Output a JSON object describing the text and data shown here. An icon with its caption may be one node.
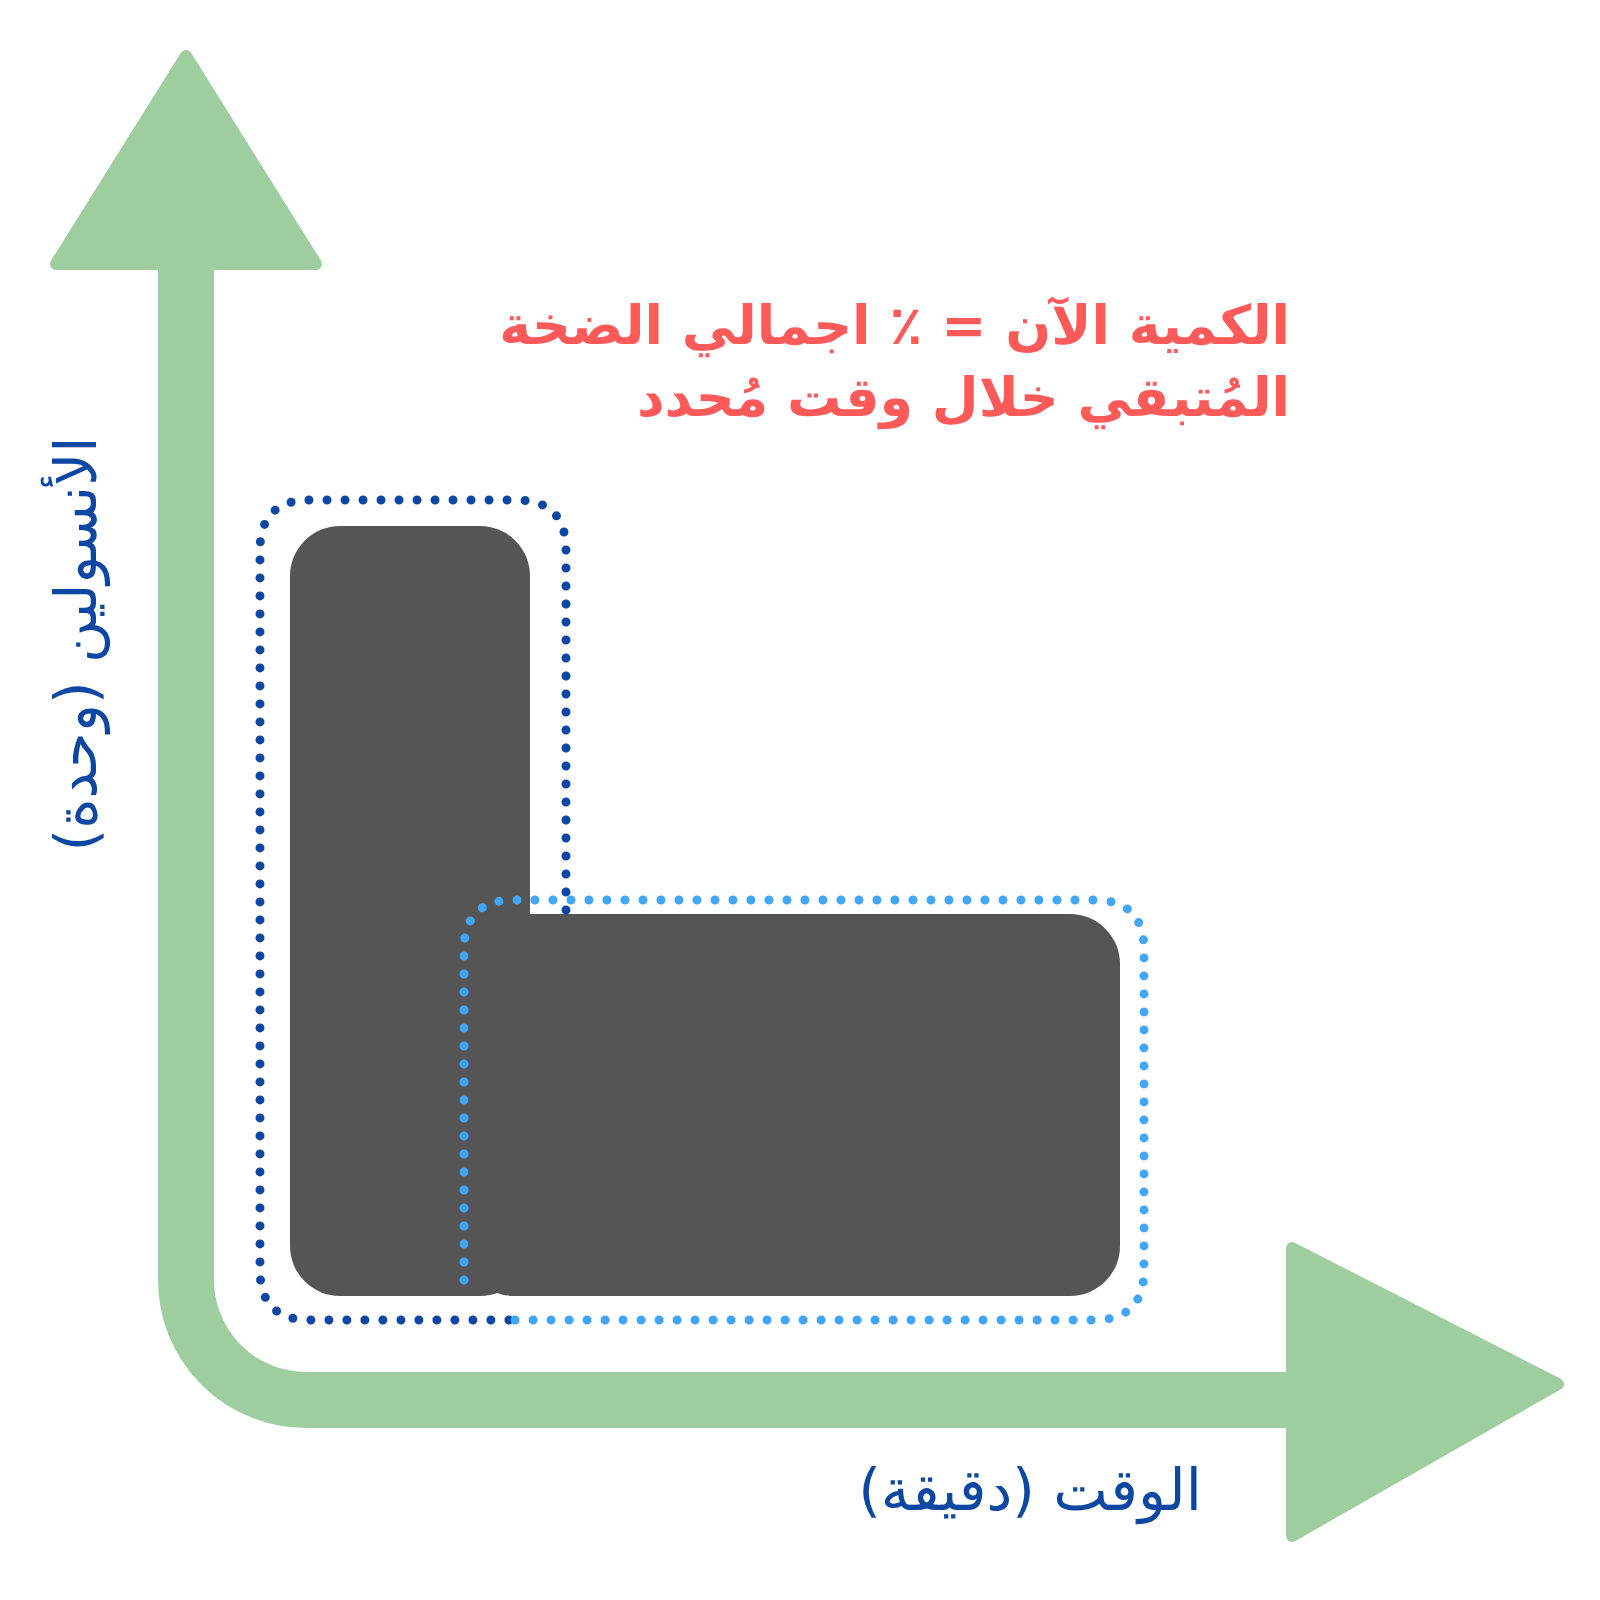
{
  "diagram": {
    "labels": [
      "الكمية الآن = ٪ اجمالي الضخة المُتبقي خلال وقت مُحدد",
      "الأنسولين (وحدة)",
      "الوقت (دقيقة)"
    ]
  }
}
